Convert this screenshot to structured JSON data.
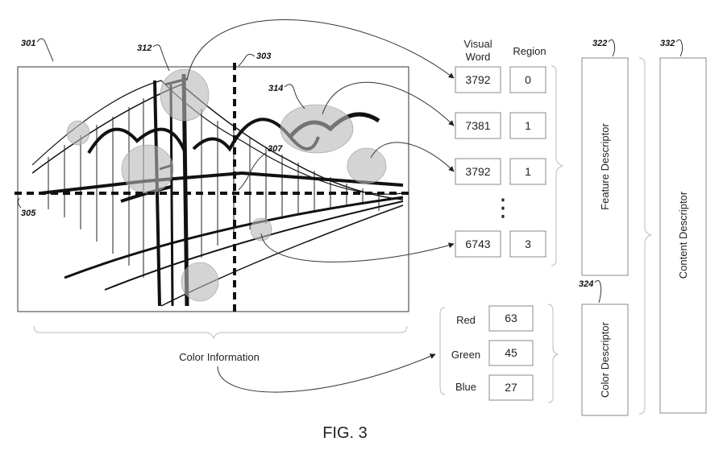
{
  "figure_caption": "FIG. 3",
  "refs": {
    "image": "301",
    "vertical_split": "303",
    "horizontal_split": "305",
    "region_point": "307",
    "patch_a": "312",
    "patch_b": "314",
    "feature_descriptor": "322",
    "color_descriptor": "324",
    "content_descriptor": "332"
  },
  "table_headers": {
    "visual_word_line1": "Visual",
    "visual_word_line2": "Word",
    "region": "Region"
  },
  "feature_rows": [
    {
      "word": "3792",
      "region": "0"
    },
    {
      "word": "7381",
      "region": "1"
    },
    {
      "word": "3792",
      "region": "1"
    },
    {
      "word": "6743",
      "region": "3"
    }
  ],
  "ellipsis": "⋮",
  "color_rows": [
    {
      "label": "Red",
      "value": "63"
    },
    {
      "label": "Green",
      "value": "45"
    },
    {
      "label": "Blue",
      "value": "27"
    }
  ],
  "color_information_label": "Color Information",
  "descriptors": {
    "feature": "Feature Descriptor",
    "color": "Color Descriptor",
    "content": "Content Descriptor"
  }
}
